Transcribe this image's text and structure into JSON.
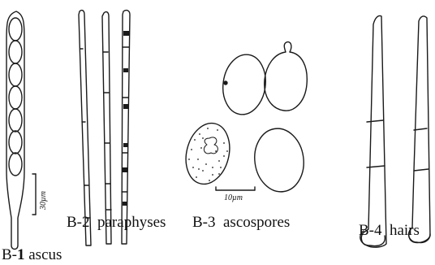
{
  "figure": {
    "panels": [
      {
        "id": "B-1",
        "prefix": "B-",
        "number": "1",
        "name": "ascus",
        "scale_bar": "30µm"
      },
      {
        "id": "B-2",
        "label": "B-2  paraphyses"
      },
      {
        "id": "B-3",
        "label": "B-3  ascospores",
        "scale_bar": "10µm"
      },
      {
        "id": "B-4",
        "label": "B-4  hairs"
      }
    ],
    "ink_color": "#1a1a1a",
    "background": "#ffffff"
  }
}
